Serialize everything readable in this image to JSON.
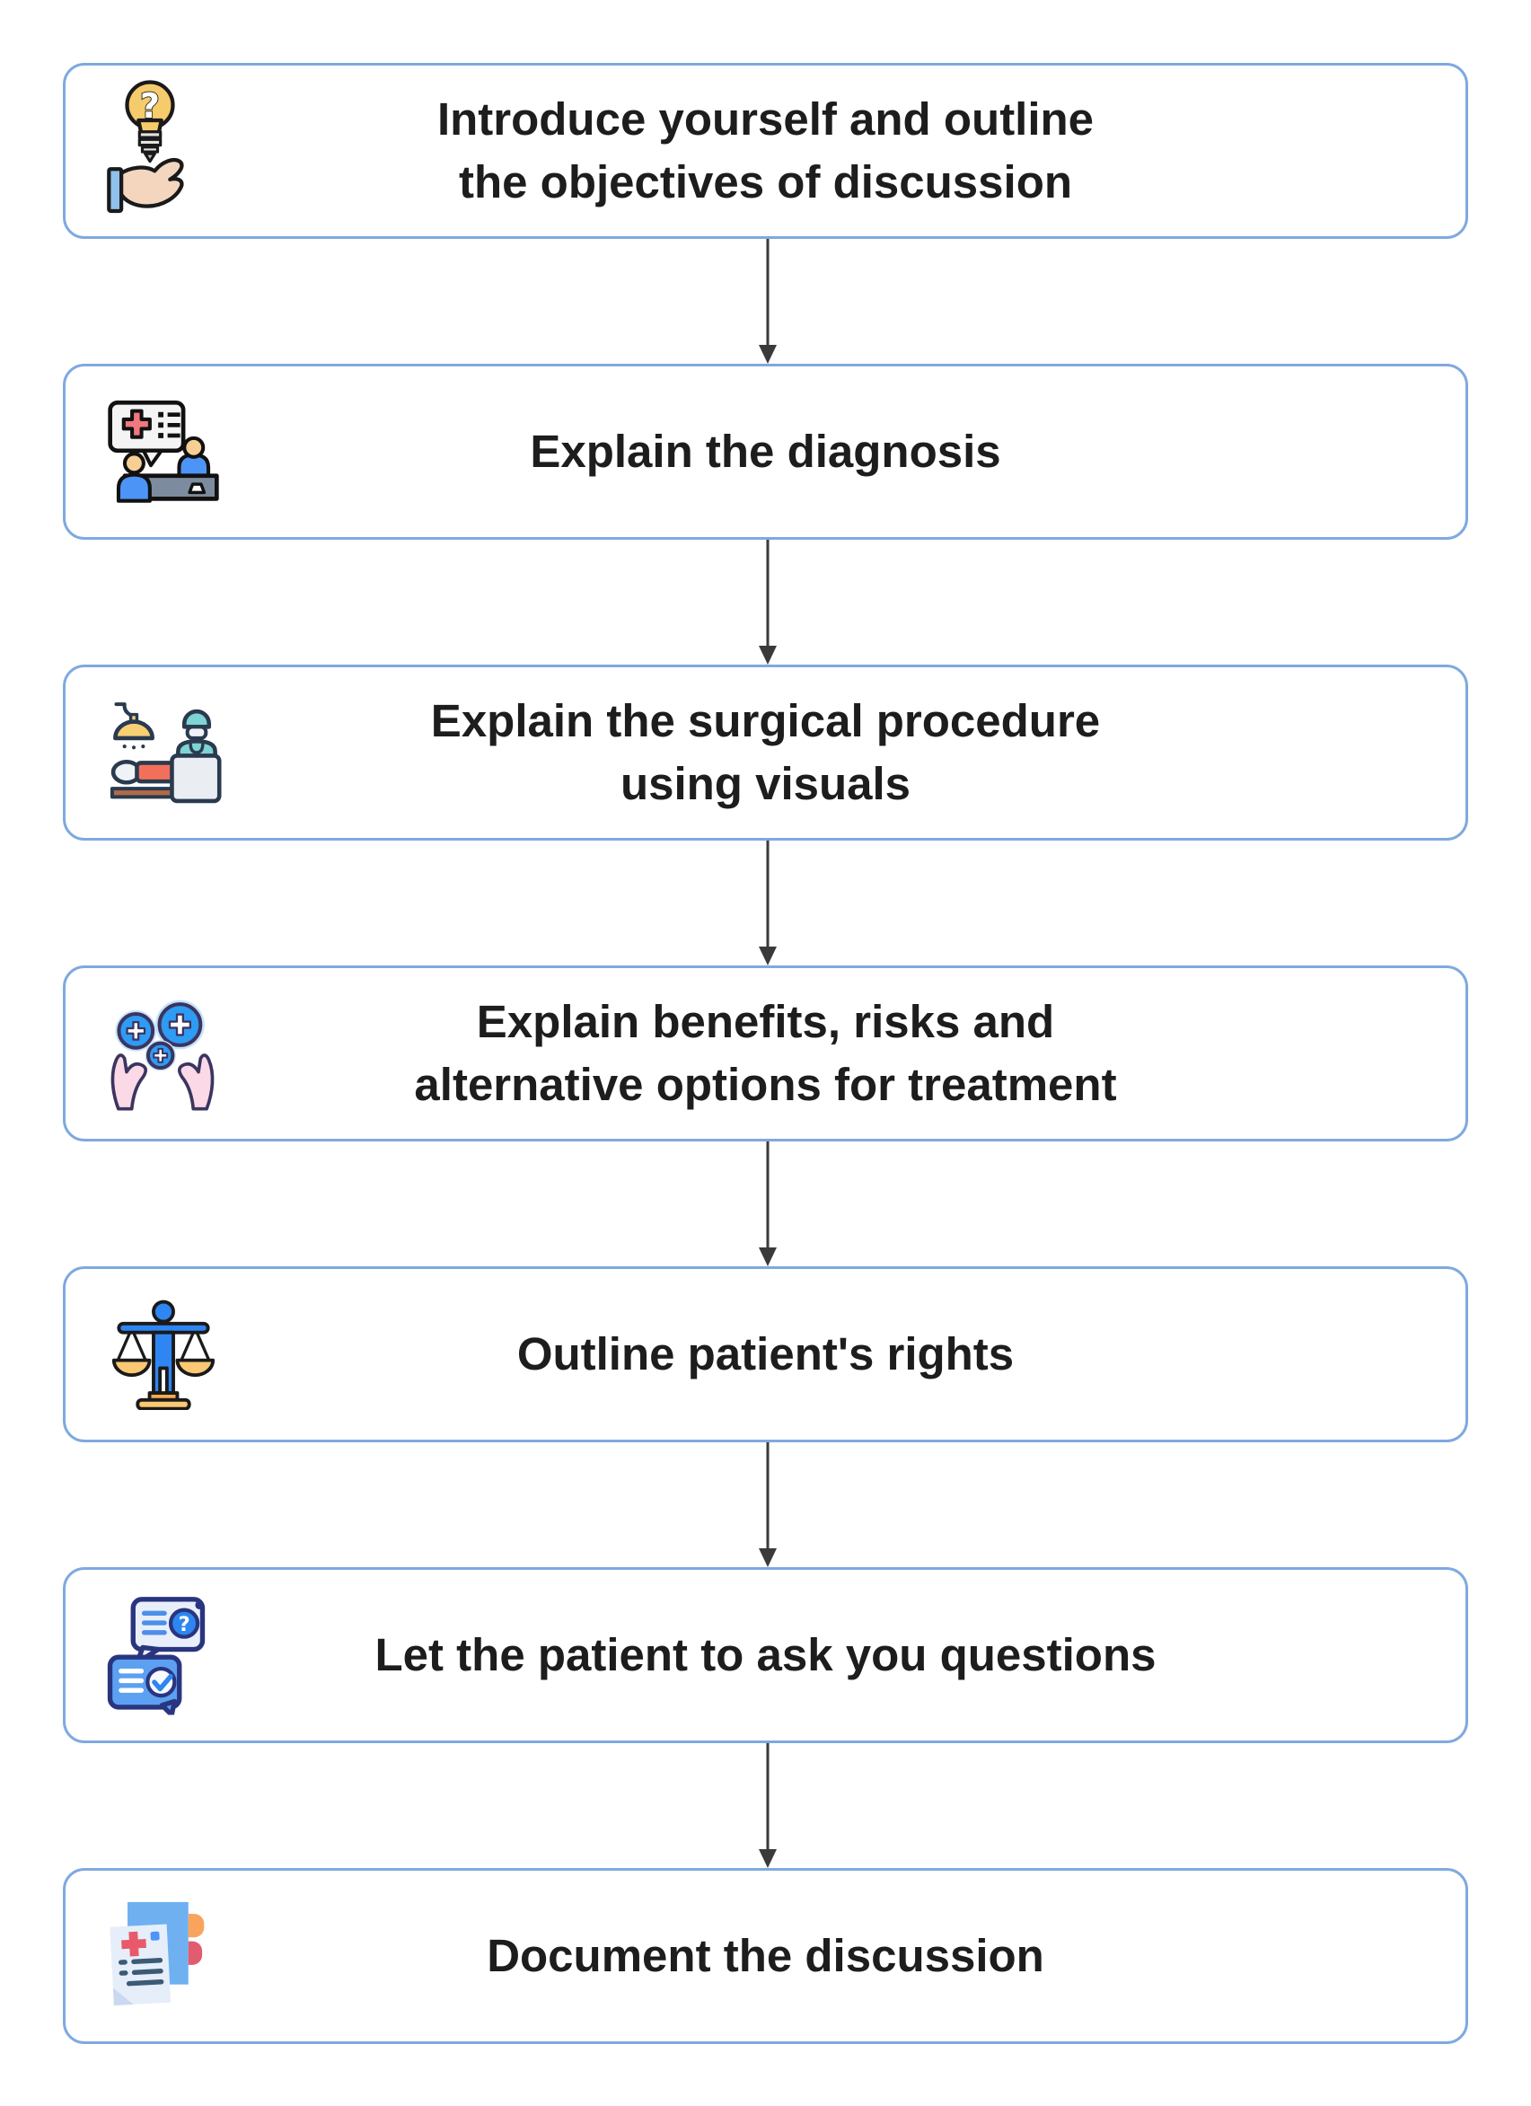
{
  "colors": {
    "box_border": "#7fa9e0",
    "box_fill": "#ffffff",
    "background": "#ffffff",
    "text": "#1d1d1d",
    "arrow": "#3a3a3a"
  },
  "steps": [
    {
      "id": 1,
      "icon": "lightbulb-hand-icon",
      "label": "Introduce yourself and outline\nthe objectives of discussion"
    },
    {
      "id": 2,
      "icon": "doctor-consultation-icon",
      "label": "Explain the diagnosis"
    },
    {
      "id": 3,
      "icon": "surgery-room-icon",
      "label": "Explain the surgical procedure\nusing visuals"
    },
    {
      "id": 4,
      "icon": "hands-care-plus-icon",
      "label": "Explain benefits, risks and\nalternative options for treatment"
    },
    {
      "id": 5,
      "icon": "justice-scale-icon",
      "label": "Outline patient's rights"
    },
    {
      "id": 6,
      "icon": "question-answer-bubbles-icon",
      "label": "Let the patient to ask you questions"
    },
    {
      "id": 7,
      "icon": "medical-documents-icon",
      "label": "Document the discussion"
    }
  ]
}
